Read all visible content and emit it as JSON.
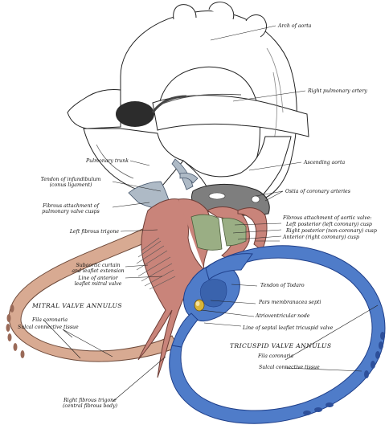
{
  "colors": {
    "aorta_fill": "#ffffff",
    "aorta_shade": "#3a3a3a",
    "mitral_annulus": "#d8aa92",
    "mitral_dark": "#8a5a48",
    "tricuspid_annulus": "#4f7cc9",
    "tricuspid_dark": "#1f3f8a",
    "septum_red": "#c9847a",
    "membranous_green": "#9aae84",
    "av_node_yellow": "#d9b53a",
    "infundibulum_gray": "#aebac6"
  },
  "labels": {
    "arch_of_aorta": "Arch of aorta",
    "right_pulmonary_artery": "Right pulmonary artery",
    "ascending_aorta": "Ascending aorta",
    "ostia_coronary": "Ostia of coronary arteries",
    "pulmonary_trunk": "Pulmonary trunk",
    "tendon_infundibulum_1": "Tendon of infundibulum",
    "tendon_infundibulum_2": "(conus ligament)",
    "fibrous_pulmonary_1": "Fibrous attachment of",
    "fibrous_pulmonary_2": "pulmonary valve cusps",
    "left_fibrous_trigone": "Left fibrous trigone",
    "fibrous_aortic": "Fibrous attachment of aortic valve:",
    "left_posterior_cusp": "Left posterior (left coronary) cusp",
    "right_posterior_cusp": "Right posterior (non-coronary) cusp",
    "anterior_cusp": "Anterior (right coronary) cusp",
    "subaortic_curtain_1": "Subaortic curtain",
    "subaortic_curtain_2": "and leaflet extension",
    "line_anterior_1": "Line of anterior",
    "line_anterior_2": "leaflet mitral valve",
    "mitral_annulus": "MITRAL VALVE ANNULUS",
    "fila_coronaria_left": "Fila coronaria",
    "sulcal_tissue_left": "Sulcal connective tissue",
    "tendon_todaro": "Tendon of Todaro",
    "pars_membranacea": "Pars membranacea septi",
    "atrioventricular_node": "Atrioventricular node",
    "line_septal_leaflet": "Line of septal leaflet tricuspid valve",
    "tricuspid_annulus": "TRICUSPID VALVE ANNULUS",
    "fila_coronaria_right": "Fila coronaria",
    "sulcal_tissue_right": "Sulcal connective tissue",
    "right_fibrous_trigone_1": "Right fibrous trigone",
    "right_fibrous_trigone_2": "(central fibrous body)"
  }
}
